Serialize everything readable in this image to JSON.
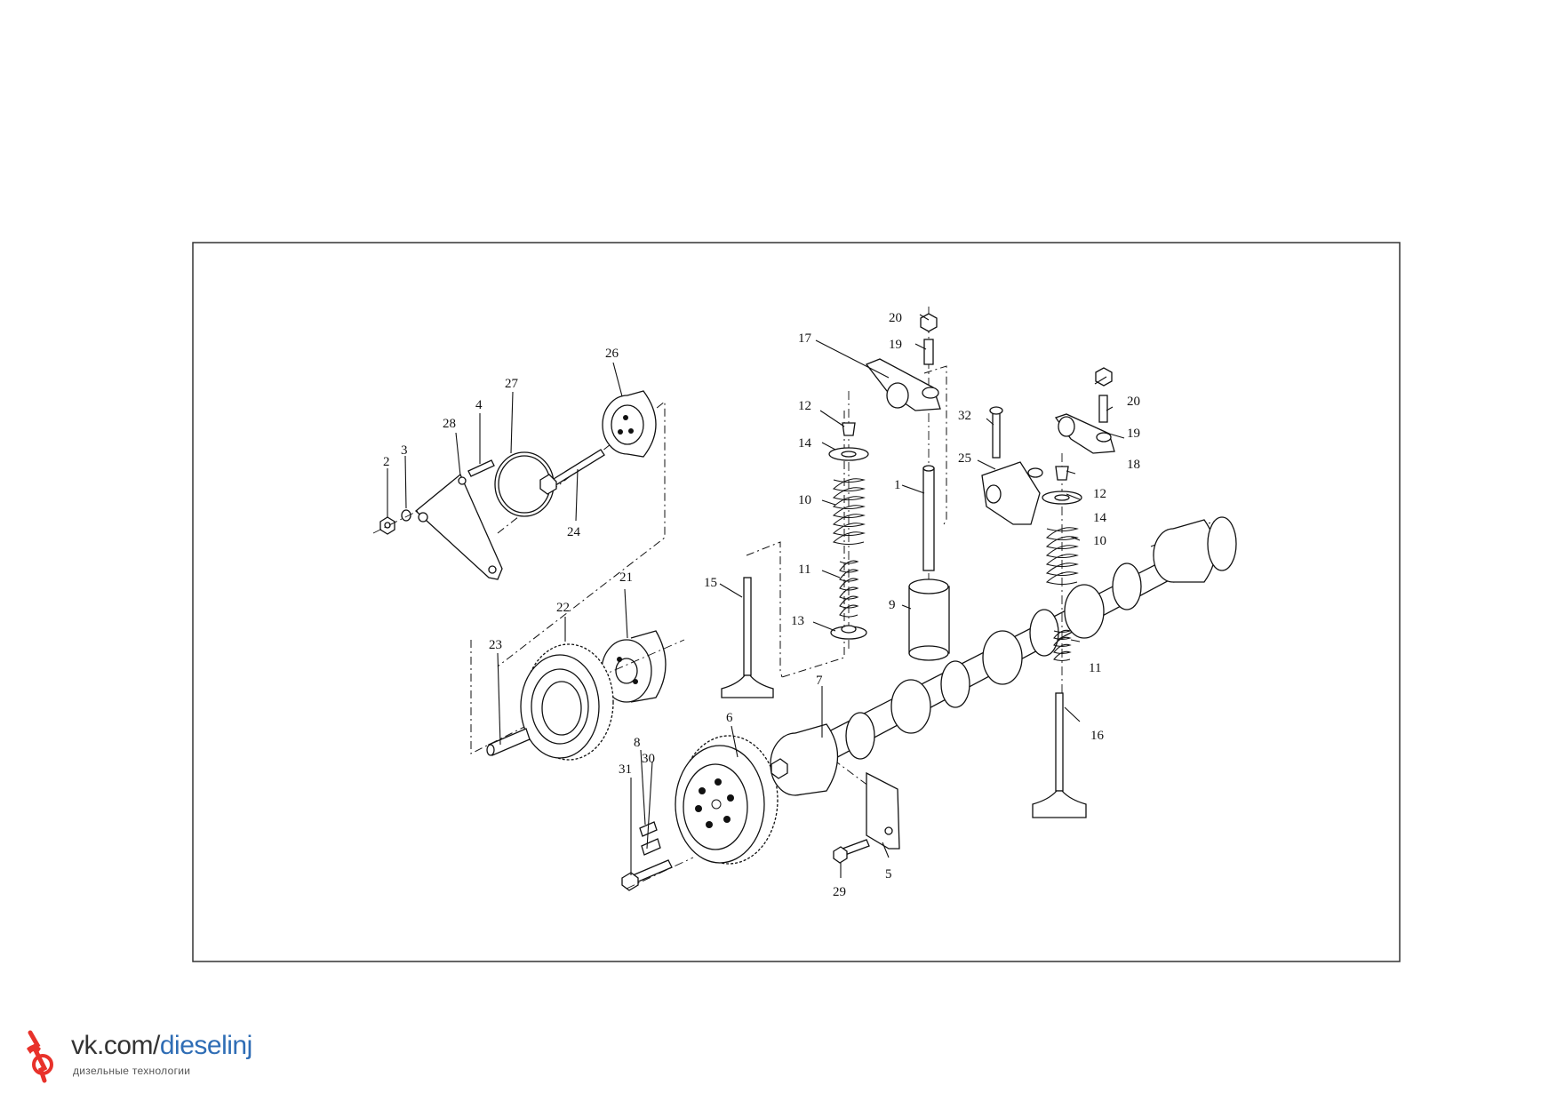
{
  "diagram": {
    "callouts": {
      "c1": "1",
      "c2": "2",
      "c3": "3",
      "c4": "4",
      "c5": "5",
      "c6": "6",
      "c7": "7",
      "c8": "8",
      "c9": "9",
      "c10a": "10",
      "c10b": "10",
      "c11a": "11",
      "c11b": "11",
      "c12a": "12",
      "c12b": "12",
      "c13": "13",
      "c14a": "14",
      "c14b": "14",
      "c15": "15",
      "c16": "16",
      "c17": "17",
      "c18": "18",
      "c19a": "19",
      "c19b": "19",
      "c20a": "20",
      "c20b": "20",
      "c21": "21",
      "c22": "22",
      "c23": "23",
      "c24": "24",
      "c25": "25",
      "c26": "26",
      "c27": "27",
      "c28": "28",
      "c29": "29",
      "c30": "30",
      "c31": "31",
      "c32": "32"
    }
  },
  "watermark": {
    "url_prefix": "vk.com/",
    "url_name": "dieselinj",
    "subtitle": "дизельные технологии",
    "logo_color": "#e8322b"
  }
}
